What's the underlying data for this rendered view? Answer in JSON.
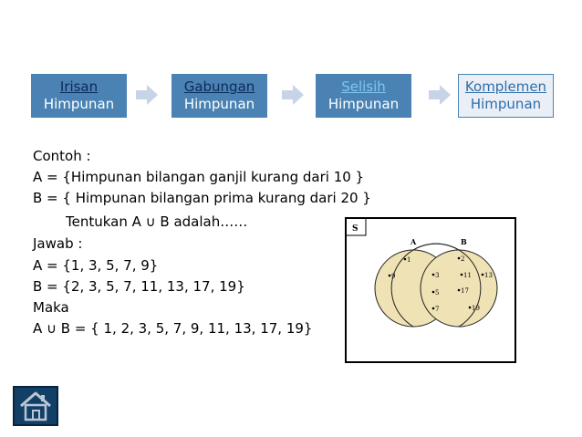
{
  "flow": [
    {
      "line1": "Irisan",
      "line2": "Himpunan"
    },
    {
      "line1": "Gabungan",
      "line2": "Himpunan"
    },
    {
      "line1": "Selisih",
      "line2": "Himpunan"
    },
    {
      "line1": "Komplemen",
      "line2": "Himpunan"
    }
  ],
  "content": {
    "contoh": "Contoh :",
    "setA_def": "A = {Himpunan bilangan ganjil kurang dari 10 }",
    "setB_def": "B = { Himpunan bilangan prima kurang dari 20 }",
    "question": "Tentukan A ∪ B adalah……",
    "jawab": "Jawab :",
    "setA": "A = {1, 3, 5, 7, 9}",
    "setB": "B = {2, 3, 5, 7, 11, 13, 17, 19}",
    "maka": "Maka",
    "result": "A ∪ B = { 1, 2, 3, 5, 7, 9, 11, 13, 17, 19}"
  },
  "venn": {
    "universe_label": "S",
    "circle_a_label": "A",
    "circle_b_label": "B",
    "circle_fill": "#efe2b4",
    "only_a": [
      "1",
      "9"
    ],
    "intersection": [
      "3",
      "5",
      "7"
    ],
    "only_b": [
      "2",
      "11",
      "13",
      "17",
      "19"
    ]
  },
  "colors": {
    "box_fill": "#4a83b3",
    "arrow_fill": "#c7d3e6",
    "home_button": "#123f66"
  },
  "icons": {
    "arrow": "chevron-right-arrow-icon",
    "home": "home-icon"
  }
}
